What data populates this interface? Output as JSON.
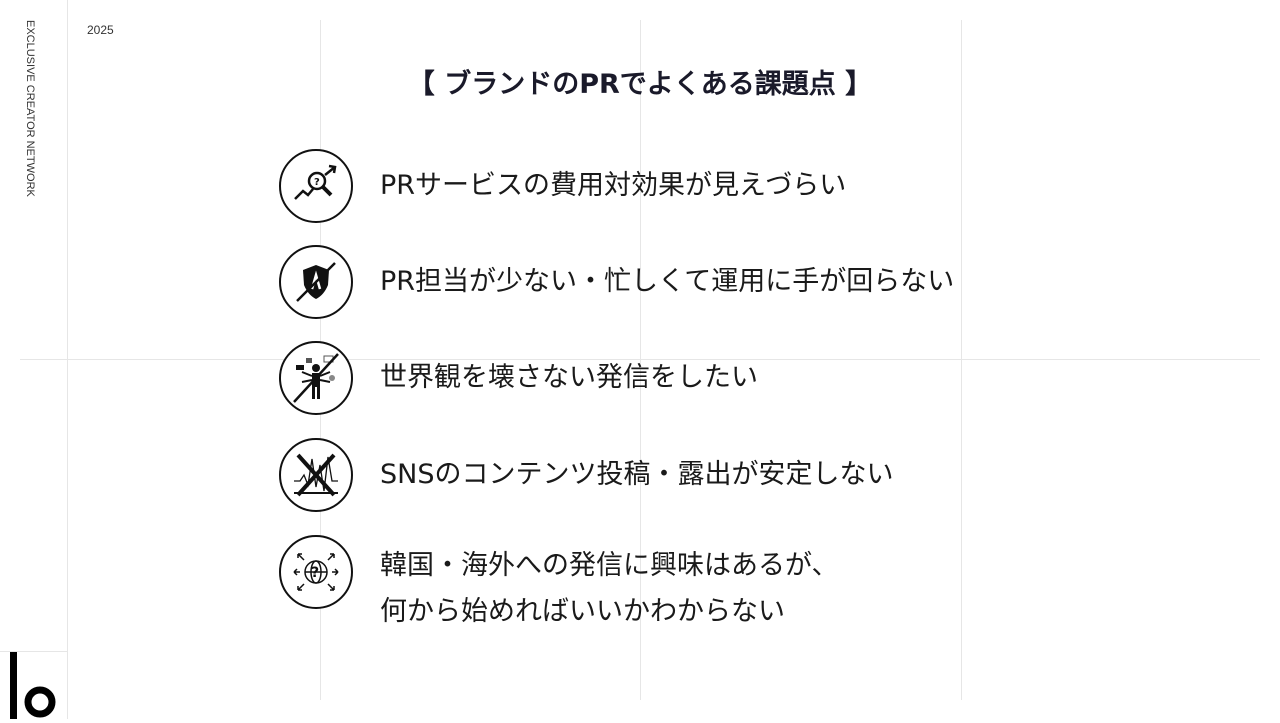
{
  "sidebar": {
    "vertical_text": "EXCLUSIVE CREATOR NETWORK",
    "logo_text": "lo"
  },
  "header": {
    "year": "2025"
  },
  "title": "【 ブランドのPRでよくある課題点 】",
  "items": [
    {
      "icon": "magnifier-question-chart-icon",
      "lines": [
        "PRサービスの費用対効果が見えづらい"
      ]
    },
    {
      "icon": "shield-crossed-icon",
      "lines": [
        "PR担当が少ない・忙しくて運用に手が回らない"
      ]
    },
    {
      "icon": "multitasking-person-crossed-icon",
      "lines": [
        "世界観を壊さない発信をしたい"
      ]
    },
    {
      "icon": "unstable-graph-crossed-icon",
      "lines": [
        "SNSのコンテンツ投稿・露出が安定しない"
      ]
    },
    {
      "icon": "globe-question-icon",
      "lines": [
        "韓国・海外への発信に興味はあるが、",
        "何から始めればいいかわからない"
      ]
    }
  ]
}
